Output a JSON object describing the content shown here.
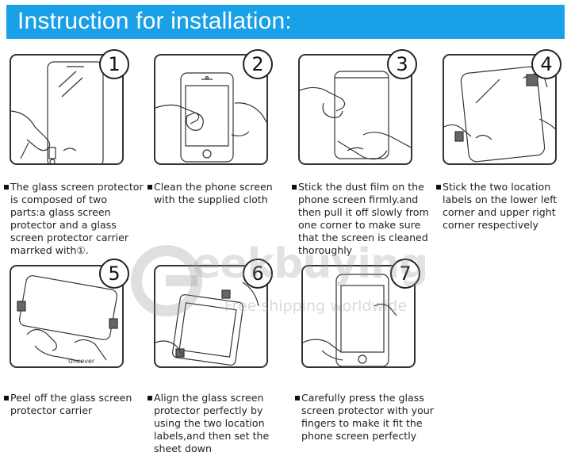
{
  "title": "Instruction for installation:",
  "steps": [
    {
      "num": "1",
      "text": "The glass screen protector is composed of two parts:a glass screen protector and a glass screen protector carrier marrked with①."
    },
    {
      "num": "2",
      "text": "Clean the phone screen with the supplied cloth"
    },
    {
      "num": "3",
      "text": "Stick the dust film on the phone screen firmly.and then pull it off slowly from one corner to make sure that the screen is cleaned thoroughly"
    },
    {
      "num": "4",
      "text": "Stick the two location labels on the lower left corner and upper right corner respectively"
    },
    {
      "num": "5",
      "text": "Peel off the glass screen protector carrier",
      "image_label": "Uncover"
    },
    {
      "num": "6",
      "text": "Align the glass screen protector perfectly by using the two location labels,and then set the sheet down"
    },
    {
      "num": "7",
      "text": "Carefully press the glass screen protector with your fingers to make it fit the phone screen perfectly"
    }
  ],
  "watermark": {
    "brand": "eekbuying",
    "tagline": "Free shipping worldwide"
  },
  "colors": {
    "banner": "#1aa0e6",
    "banner_text": "#ffffff",
    "line_art": "#333333"
  }
}
